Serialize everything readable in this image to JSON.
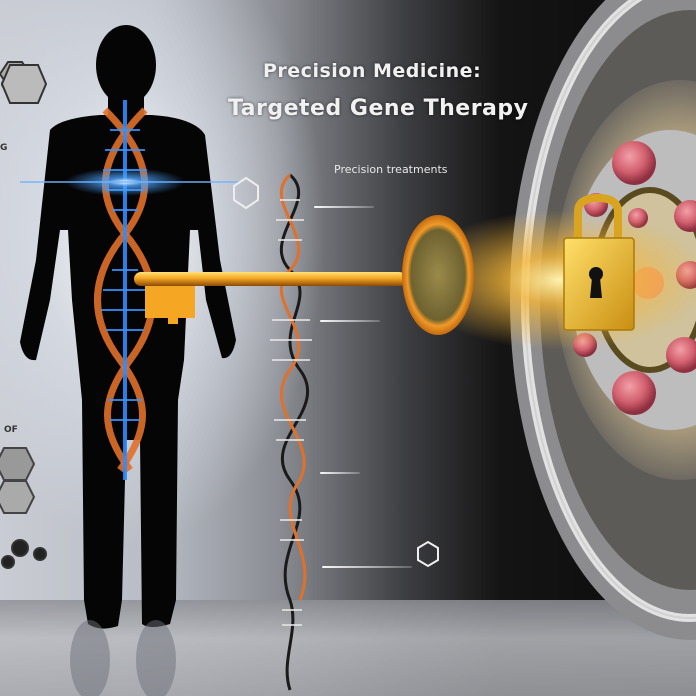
{
  "title": {
    "line1": "Precision Medicine:",
    "line2": "Targeted Gene Therapy"
  },
  "subtitle": "Precision treatments",
  "side_labels": {
    "top_left": "G",
    "bottom_left": "OF"
  },
  "illustration": {
    "elements": [
      "human-silhouette",
      "dna-double-helix-in-body",
      "golden-key",
      "dna-strand-center",
      "padlock",
      "vault-door",
      "cancer-cells",
      "molecule-hexagons"
    ]
  },
  "colors": {
    "background_light": "#c9ccd3",
    "background_dark": "#0b0b0b",
    "silhouette": "#050505",
    "dna_blue": "#2f8cff",
    "dna_orange": "#e0702a",
    "key_gold": "#f2a21a",
    "lock_gold": "#e9b82c",
    "cell_pink": "#d06070",
    "vault_gray": "#9a9a9c"
  }
}
